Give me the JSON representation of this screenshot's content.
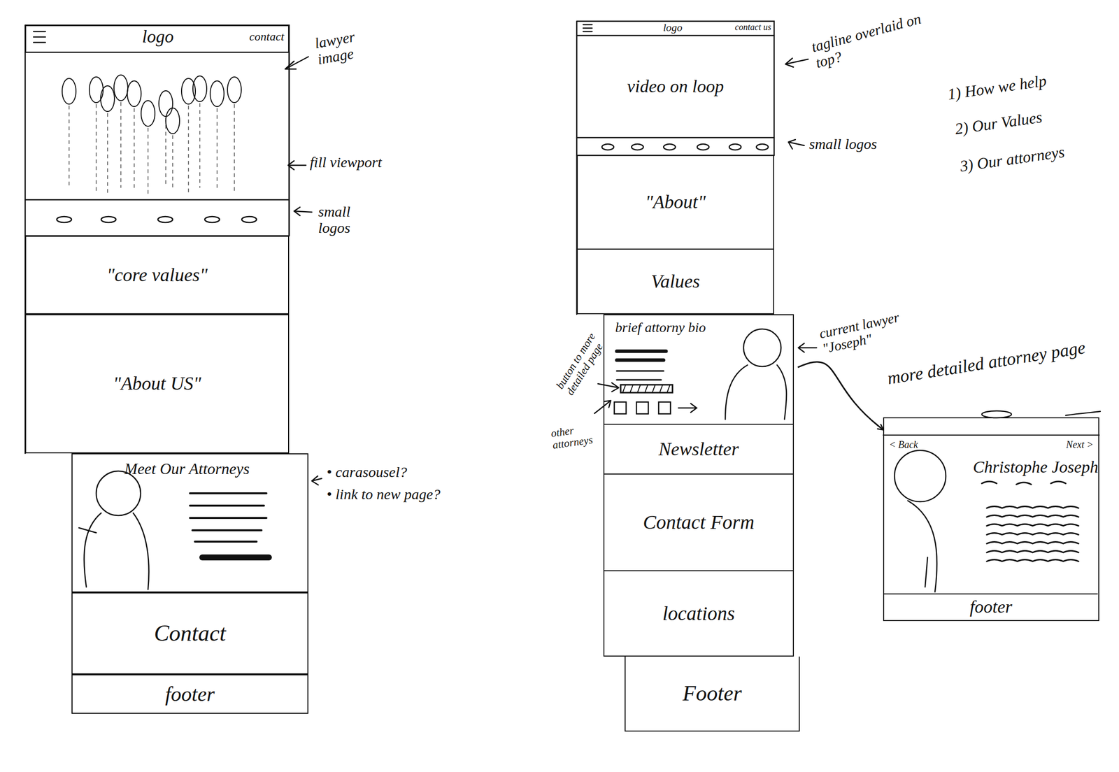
{
  "diagram": {
    "nodes": [
      {
        "text": [
          "logo",
          "contact"
        ]
      },
      {
        "text": [
          "\"core values\""
        ]
      },
      {
        "text": [
          "\"About US\""
        ]
      },
      {
        "text": [
          "Meet Our Attorneys"
        ]
      },
      {
        "text": [
          "Contact"
        ]
      },
      {
        "text": [
          "footer"
        ]
      },
      {
        "text": [
          "logo",
          "contact us"
        ]
      },
      {
        "text": [
          "video on loop"
        ]
      },
      {
        "text": [
          "\"About\""
        ]
      },
      {
        "text": [
          "Values"
        ]
      },
      {
        "text": [
          "brief attorny bio"
        ]
      },
      {
        "text": [
          "Newsletter"
        ]
      },
      {
        "text": [
          "Contact Form"
        ]
      },
      {
        "text": [
          "locations"
        ]
      },
      {
        "text": [
          "Footer"
        ]
      },
      {
        "text": [
          "more detailed attorney page",
          "< Back",
          "Next >",
          "Christophe Joseph"
        ]
      },
      {
        "text": [
          "footer"
        ],
        "in": 15
      }
    ],
    "edges": [
      {
        "from": 10,
        "to": 15,
        "arrow": "to"
      }
    ],
    "labels": [
      "lawyer image",
      "fill viewport",
      "small logos",
      "• carasousel?",
      "• link to new page?",
      "tagline overlaid on top?",
      "small logos",
      "1) How we help",
      "2) Our Values",
      "3) Our attorneys",
      "current lawyer \"Joseph\"",
      "button to more detailed page",
      "other attorneys"
    ]
  }
}
